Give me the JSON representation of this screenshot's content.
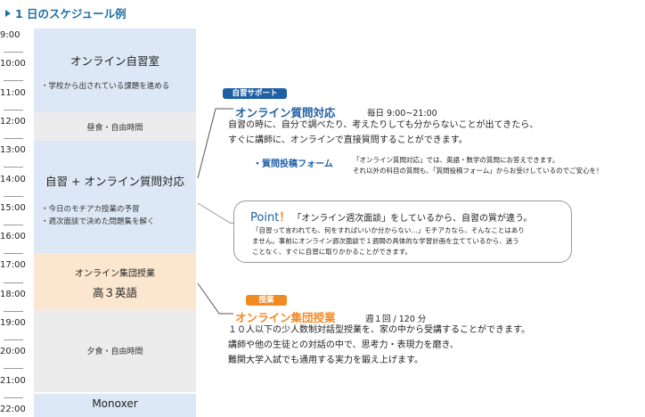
{
  "header": {
    "title": "1 日のスケジュール例"
  },
  "times": [
    "9:00",
    "10:00",
    "11:00",
    "12:00",
    "13:00",
    "14:00",
    "15:00",
    "16:00",
    "17:00",
    "18:00",
    "19:00",
    "20:00",
    "21:00",
    "22:00"
  ],
  "schedule": {
    "online_study": {
      "title": "オンライン自習室",
      "note": "・学校から出されている課題を進める"
    },
    "lunch": {
      "label": "昼食・自由時間"
    },
    "self_study_support": {
      "title": "自習 + オンライン質問対応",
      "bullets": [
        "・今日のモチアカ授業の予習",
        "・週次面談で決めた問題集を解く"
      ]
    },
    "class": {
      "line1": "オンライン集団授業",
      "line2": "高３英語"
    },
    "dinner": {
      "label": "夕食・自由時間"
    },
    "monoxer": {
      "label": "Monoxer"
    }
  },
  "support": {
    "tag": "自習サポート",
    "heading": "オンライン質問対応",
    "hours": "毎日 9:00~21:00",
    "lines": [
      "自習の時に、自分で調べたり、考えたりしても分からないことが出てきたら、",
      "すぐに講師に、オンラインで直接質問することができます。"
    ],
    "form_label": "・質問投稿フォーム",
    "form_lines": [
      "「オンライン質問対応」では、英語・数学の質問にお答えできます。",
      "それ以外の科目の質問も、「質問投稿フォーム」からお受けしているのでご安心を！"
    ]
  },
  "point": {
    "label": "Point",
    "mark": "！",
    "headline": "「オンライン週次面談」をしているから、自習の質が違う。",
    "lines": [
      "「自習って言われても、何をすればいいか分からない…」モチアカなら、そんなことはあり",
      "ません。事前にオンライン週次面談で１週間の具体的な学習計画を立てているから、迷う",
      "ことなく、すぐに自習に取りかかることができます。"
    ]
  },
  "lesson": {
    "tag": "授業",
    "heading": "オンライン集団授業",
    "frequency": "週１回 / 120 分",
    "lines": [
      "１０人以下の少人数制対話型授業を、家の中から受講することができます。",
      "講師や他の生徒との対話の中で、思考力・表現力を磨き、",
      "難関大学入試でも通用する実力を鍛え上げます。"
    ]
  },
  "colors": {
    "accent_blue": "#1f5fa6",
    "accent_orange": "#f08a24",
    "block_blue": "#dde8f6",
    "block_orange": "#fbe7cf",
    "block_grey": "#ececec"
  }
}
